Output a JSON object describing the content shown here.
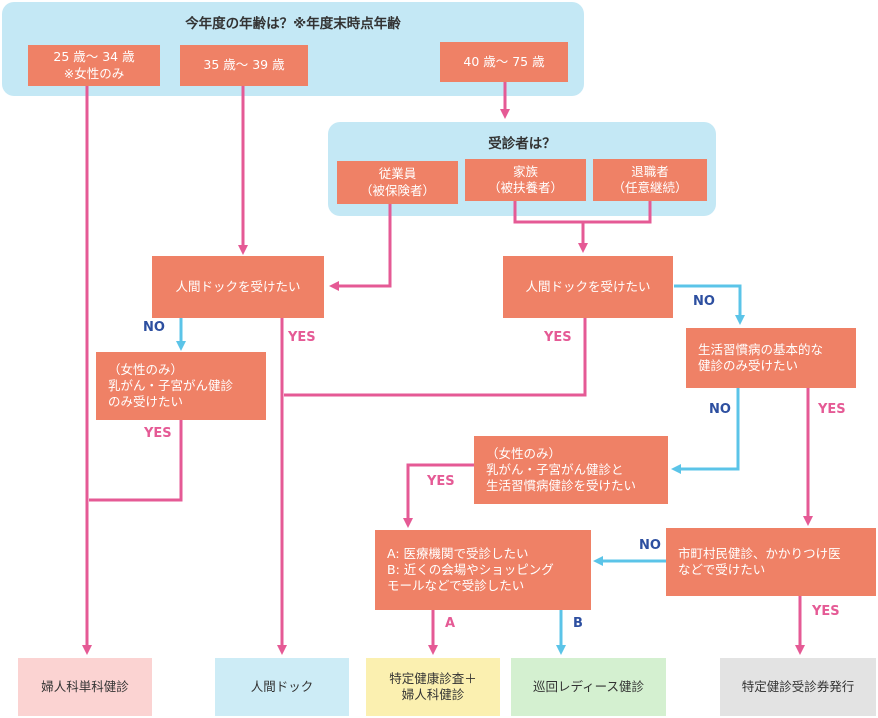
{
  "age_question": "今年度の年齢は？※年度末時点年齢",
  "age_options": {
    "a25": "25 歳〜 34 歳\n※女性のみ",
    "a35": "35 歳〜 39 歳",
    "a40": "40 歳〜 75 歳"
  },
  "examinee_question": "受診者は？",
  "examinee_options": {
    "employee": "従業員\n（被保険者）",
    "family": "家族\n（被扶養者）",
    "retired": "退職者\n（任意継続）"
  },
  "nodes": {
    "dock_left": "人間ドックを受けたい",
    "dock_right": "人間ドックを受けたい",
    "women_cancer": "（女性のみ）\n乳がん・子宮がん健診\nのみ受けたい",
    "lifestyle_basic": "生活習慣病の基本的な\n健診のみ受けたい",
    "women_cancer_lifestyle": "（女性のみ）\n乳がん・子宮がん健診と\n生活習慣病健診を受けたい",
    "ab_choice": "A: 医療機関で受診したい\nB: 近くの会場やショッピング\nモールなどで受診したい",
    "municipal": "市町村民健診、かかりつけ医\nなどで受けたい"
  },
  "labels": {
    "yes": "YES",
    "no": "NO",
    "a": "A",
    "b": "B"
  },
  "results": {
    "gyn_only": "婦人科単科健診",
    "dock": "人間ドック",
    "specific_plus_gyn": "特定健康診査＋\n婦人科健診",
    "ladies_tour": "巡回レディース健診",
    "voucher": "特定健診受診券発行"
  },
  "colors": {
    "panel": "#c4e8f5",
    "node": "#ef8166",
    "yes_line": "#e55a95",
    "no_line": "#5bc4e8",
    "result_gyn": "#fbd3d2",
    "result_dock": "#cdecf6",
    "result_specific": "#fbf0b0",
    "result_ladies": "#d4f0d0",
    "result_voucher": "#e3e3e3"
  }
}
